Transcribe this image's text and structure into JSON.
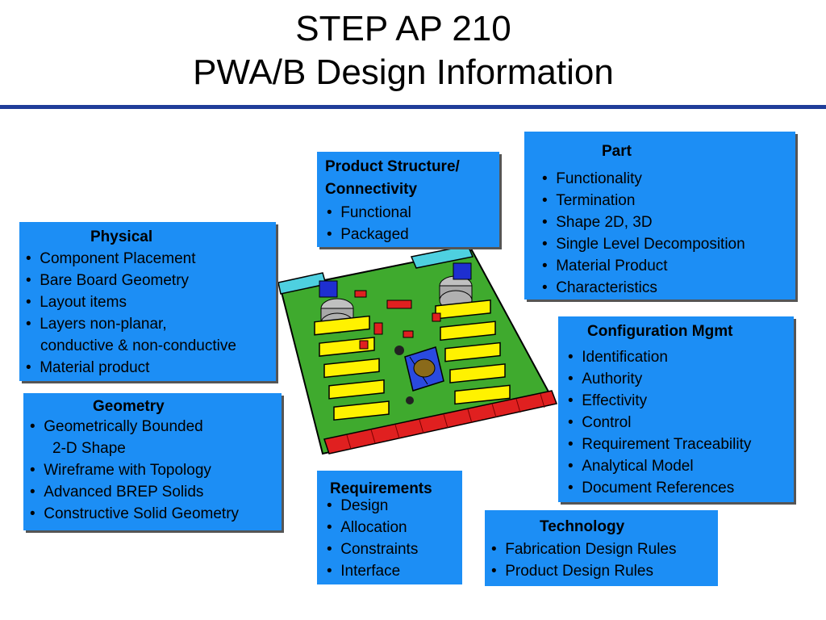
{
  "title": {
    "line1": "STEP AP 210",
    "line2": "PWA/B Design Information"
  },
  "colors": {
    "box": "#1c8ef5",
    "rule": "#1f3d99",
    "board": "#3faa2e",
    "connector": "#e02020",
    "relay": "#fff200"
  },
  "physical": {
    "heading": "Physical",
    "items": [
      "Component Placement",
      "Bare Board Geometry",
      "Layout items",
      "Layers non-planar,",
      "conductive & non-conductive",
      "Material product"
    ]
  },
  "geometry": {
    "heading": "Geometry",
    "items": [
      "Geometrically Bounded",
      "2-D Shape",
      "Wireframe with Topology",
      "Advanced BREP Solids",
      "Constructive Solid Geometry"
    ]
  },
  "product_structure": {
    "heading_line1": "Product Structure/",
    "heading_line2": "Connectivity",
    "items": [
      "Functional",
      "Packaged"
    ]
  },
  "part": {
    "heading": "Part",
    "items": [
      "Functionality",
      "Termination",
      "Shape 2D, 3D",
      "Single Level Decomposition",
      "Material Product",
      "Characteristics"
    ]
  },
  "configuration": {
    "heading": "Configuration Mgmt",
    "items": [
      "Identification",
      "Authority",
      "Effectivity",
      "Control",
      "Requirement Traceability",
      "Analytical Model",
      "Document References"
    ]
  },
  "requirements": {
    "heading": "Requirements",
    "items": [
      "Design",
      "Allocation",
      "Constraints",
      "Interface"
    ]
  },
  "technology": {
    "heading": "Technology",
    "items": [
      "Fabrication Design Rules",
      "Product Design Rules"
    ]
  },
  "illustration": {
    "icon": "circuit-board-icon"
  }
}
